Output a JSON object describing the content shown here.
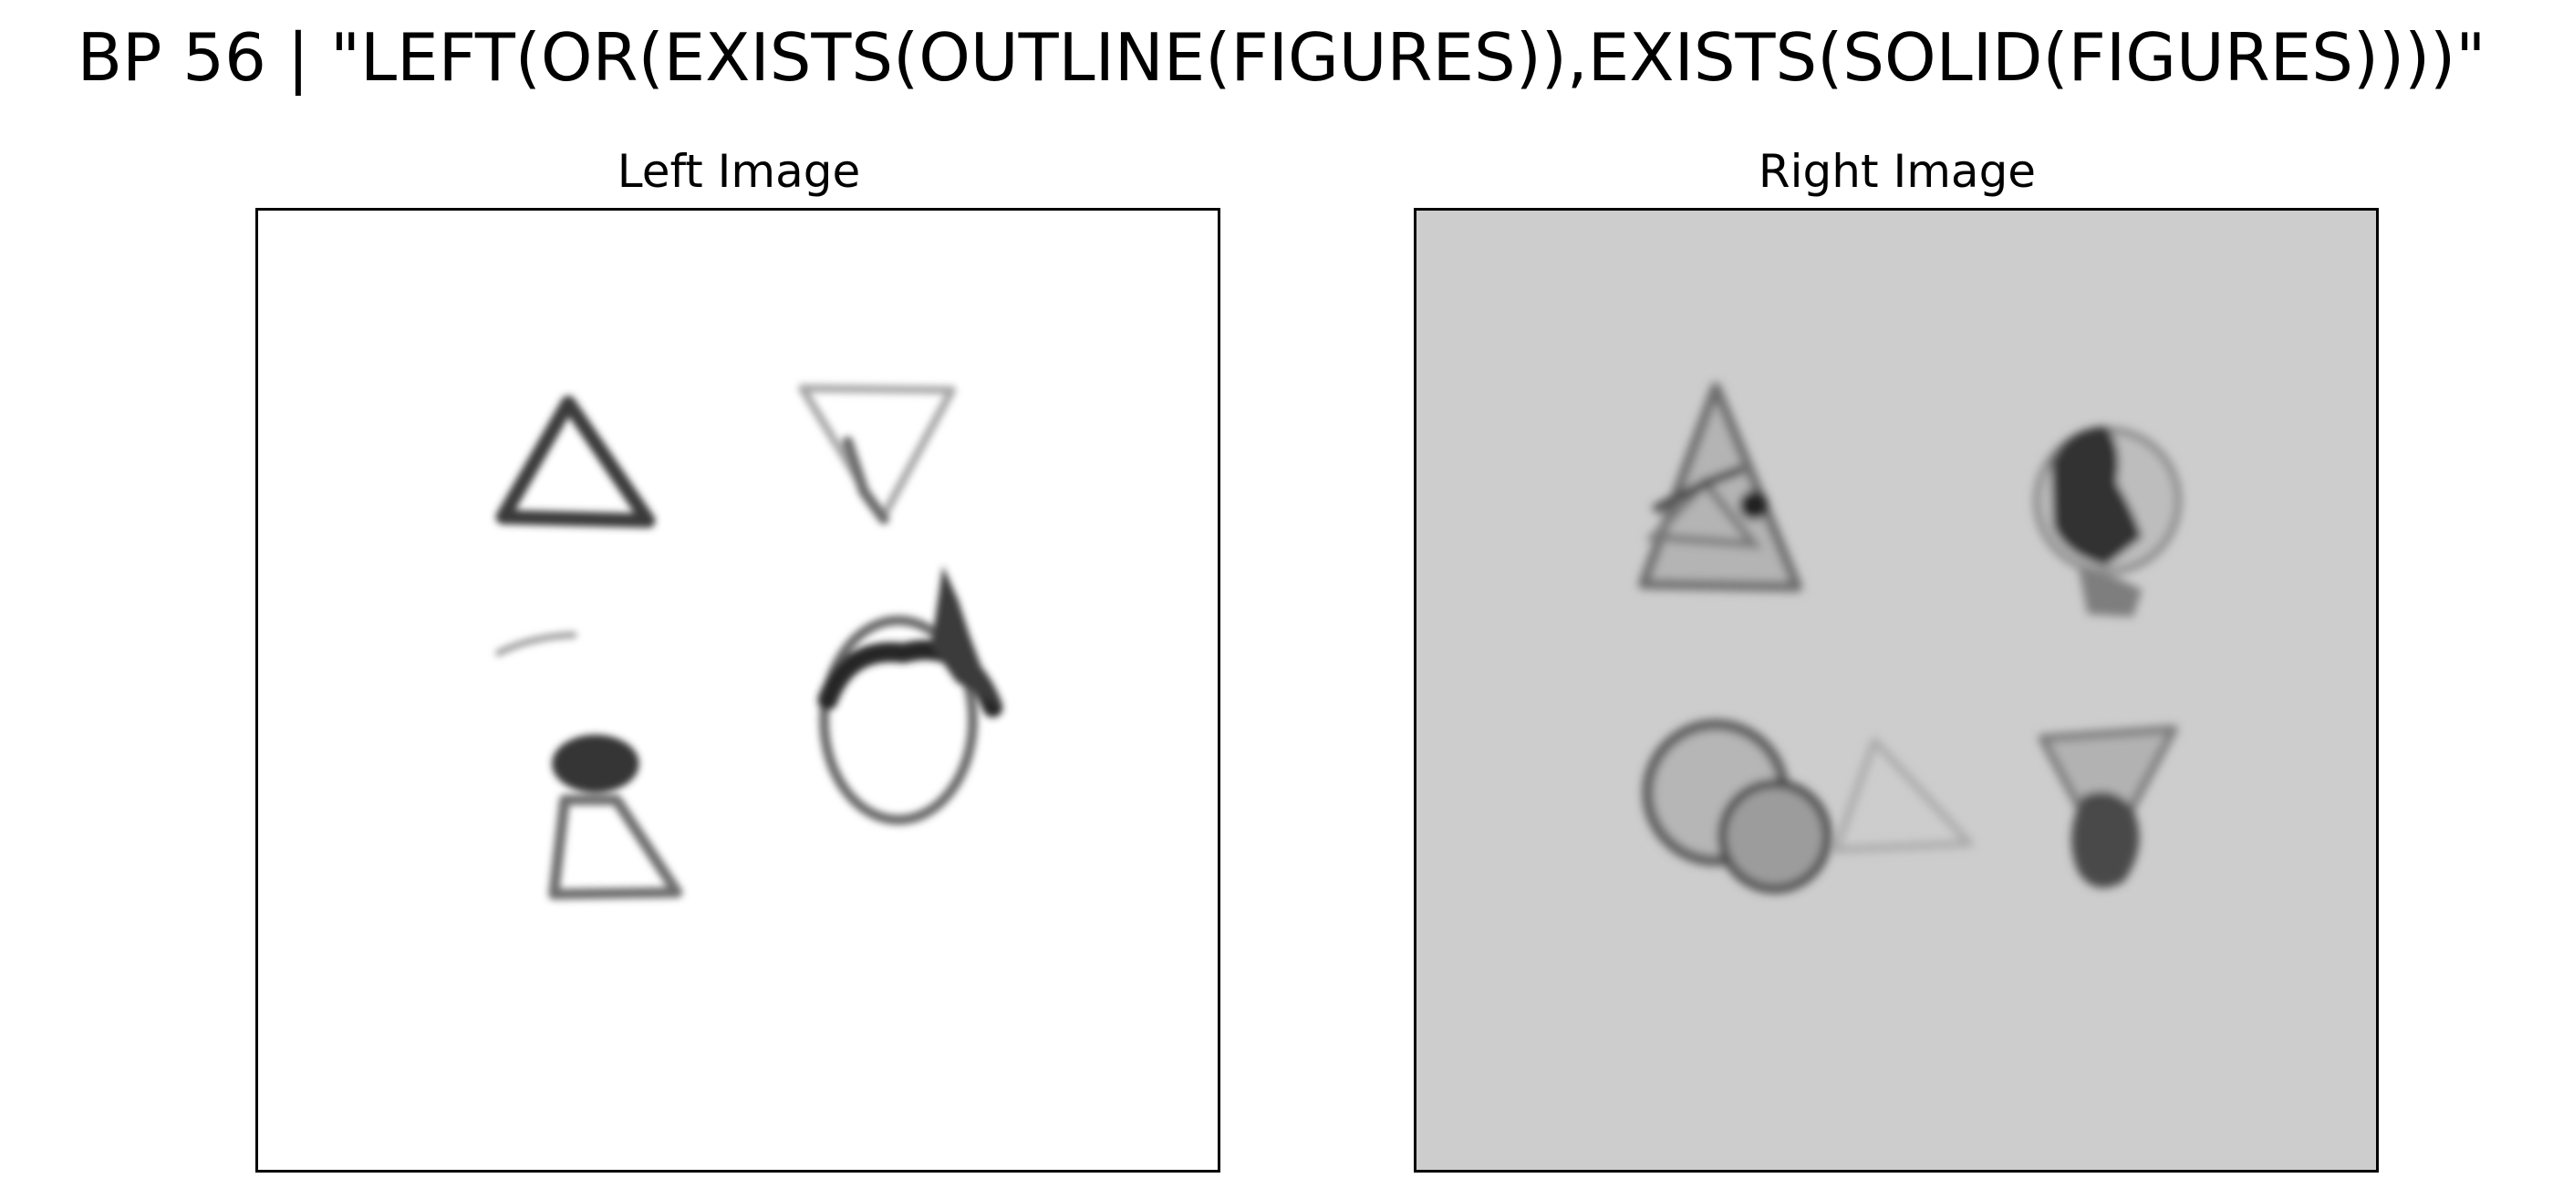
{
  "figure": {
    "title": "BP 56 | \"LEFT(OR(EXISTS(OUTLINE(FIGURES)),EXISTS(SOLID(FIGURES))))\""
  },
  "panels": {
    "left": {
      "title": "Left Image",
      "background": "#ffffff"
    },
    "right": {
      "title": "Right Image",
      "background": "#cdcdcd"
    }
  },
  "colors": {
    "ink_dark": "#2e2e2e",
    "ink_mid": "#5f5f5f",
    "ink_light": "#9a9a9a",
    "frame": "#000000"
  }
}
